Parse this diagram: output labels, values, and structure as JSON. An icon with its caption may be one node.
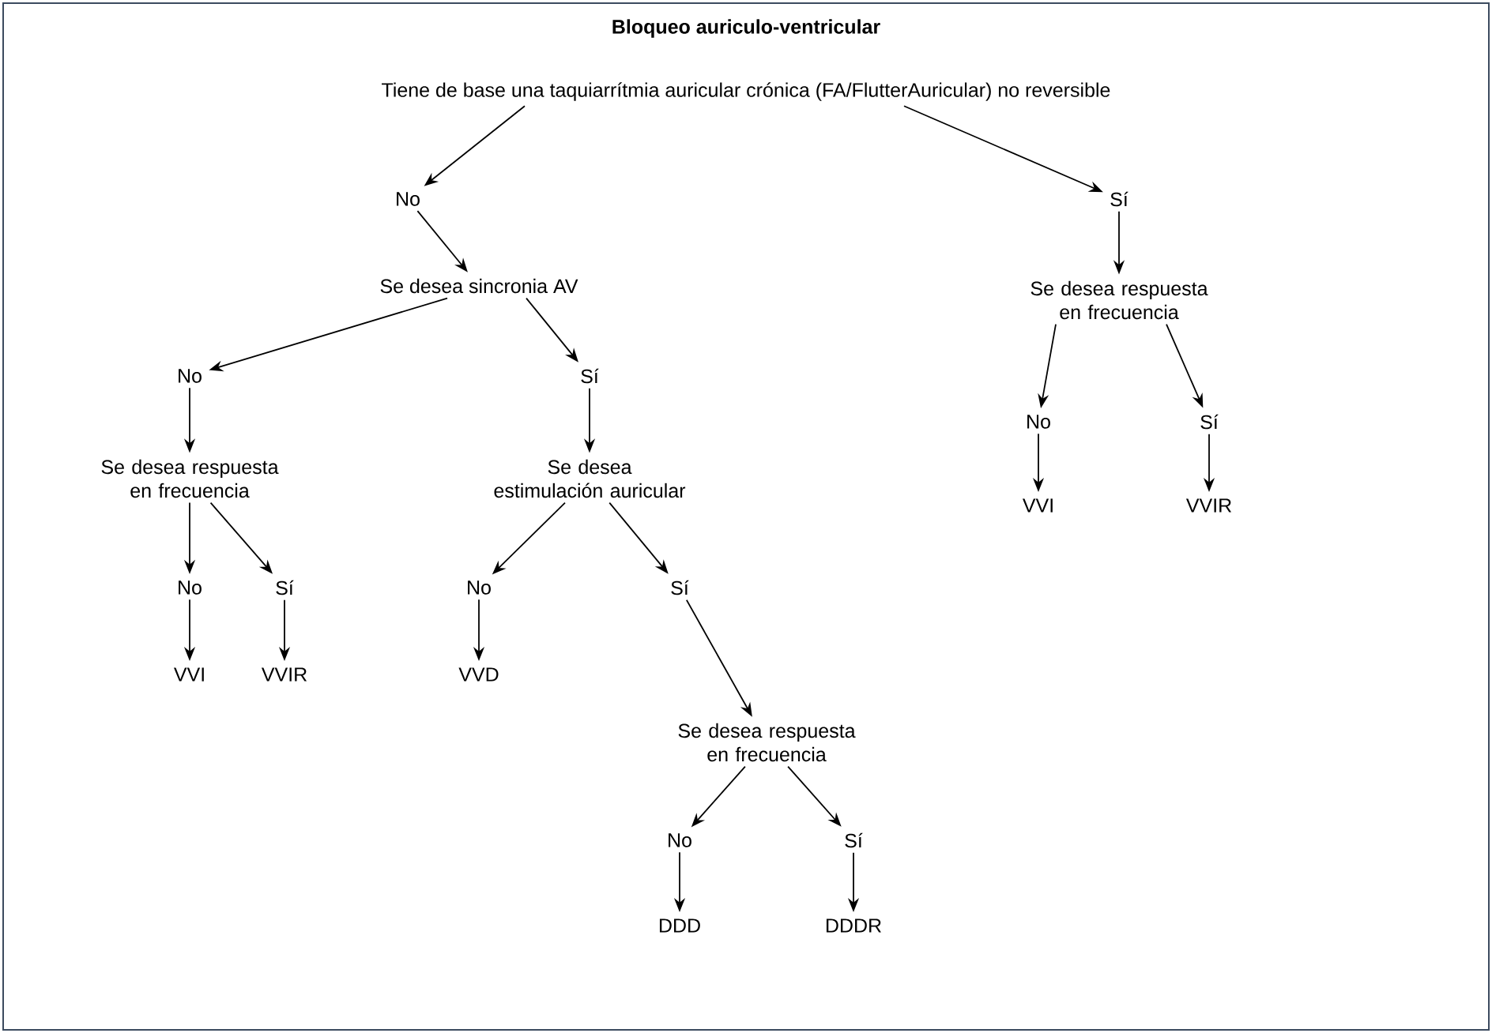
{
  "diagram": {
    "title": "Bloqueo auriculo-ventricular",
    "nodes": [
      {
        "text": [
          "Tiene de base una taquiarrítmia auricular crónica (FA/FlutterAuricular) no reversible"
        ]
      },
      {
        "text": [
          "No"
        ]
      },
      {
        "text": [
          "Sí"
        ]
      },
      {
        "text": [
          "Se desea sincronia AV"
        ]
      },
      {
        "text": [
          "Se desea respuesta en frecuencia"
        ]
      },
      {
        "text": [
          "No"
        ]
      },
      {
        "text": [
          "Sí"
        ]
      },
      {
        "text": [
          "No"
        ]
      },
      {
        "text": [
          "Sí"
        ]
      },
      {
        "text": [
          "Se desea respuesta en frecuencia"
        ]
      },
      {
        "text": [
          "Se desea estimulación auricular"
        ]
      },
      {
        "text": [
          "VVI"
        ]
      },
      {
        "text": [
          "VVIR"
        ]
      },
      {
        "text": [
          "No"
        ]
      },
      {
        "text": [
          "Sí"
        ]
      },
      {
        "text": [
          "No"
        ]
      },
      {
        "text": [
          "Sí"
        ]
      },
      {
        "text": [
          "VVI"
        ]
      },
      {
        "text": [
          "VVIR"
        ]
      },
      {
        "text": [
          "VVD"
        ]
      },
      {
        "text": [
          "Se desea respuesta en frecuencia"
        ]
      },
      {
        "text": [
          "No"
        ]
      },
      {
        "text": [
          "Sí"
        ]
      },
      {
        "text": [
          "DDD"
        ]
      },
      {
        "text": [
          "DDDR"
        ]
      }
    ],
    "edges": [
      {
        "from": 0,
        "to": 1,
        "arrow": "to"
      },
      {
        "from": 0,
        "to": 2,
        "arrow": "to"
      },
      {
        "from": 1,
        "to": 3,
        "arrow": "to"
      },
      {
        "from": 2,
        "to": 4,
        "arrow": "to"
      },
      {
        "from": 3,
        "to": 5,
        "arrow": "to"
      },
      {
        "from": 3,
        "to": 6,
        "arrow": "to"
      },
      {
        "from": 4,
        "to": 7,
        "arrow": "to"
      },
      {
        "from": 4,
        "to": 8,
        "arrow": "to"
      },
      {
        "from": 5,
        "to": 9,
        "arrow": "to"
      },
      {
        "from": 6,
        "to": 10,
        "arrow": "to"
      },
      {
        "from": 7,
        "to": 11,
        "arrow": "to"
      },
      {
        "from": 8,
        "to": 12,
        "arrow": "to"
      },
      {
        "from": 9,
        "to": 13,
        "arrow": "to"
      },
      {
        "from": 9,
        "to": 14,
        "arrow": "to"
      },
      {
        "from": 10,
        "to": 15,
        "arrow": "to"
      },
      {
        "from": 10,
        "to": 16,
        "arrow": "to"
      },
      {
        "from": 13,
        "to": 17,
        "arrow": "to"
      },
      {
        "from": 14,
        "to": 18,
        "arrow": "to"
      },
      {
        "from": 15,
        "to": 19,
        "arrow": "to"
      },
      {
        "from": 16,
        "to": 20,
        "arrow": "to"
      },
      {
        "from": 20,
        "to": 21,
        "arrow": "to"
      },
      {
        "from": 20,
        "to": 22,
        "arrow": "to"
      },
      {
        "from": 21,
        "to": 23,
        "arrow": "to"
      },
      {
        "from": 22,
        "to": 24,
        "arrow": "to"
      }
    ]
  }
}
